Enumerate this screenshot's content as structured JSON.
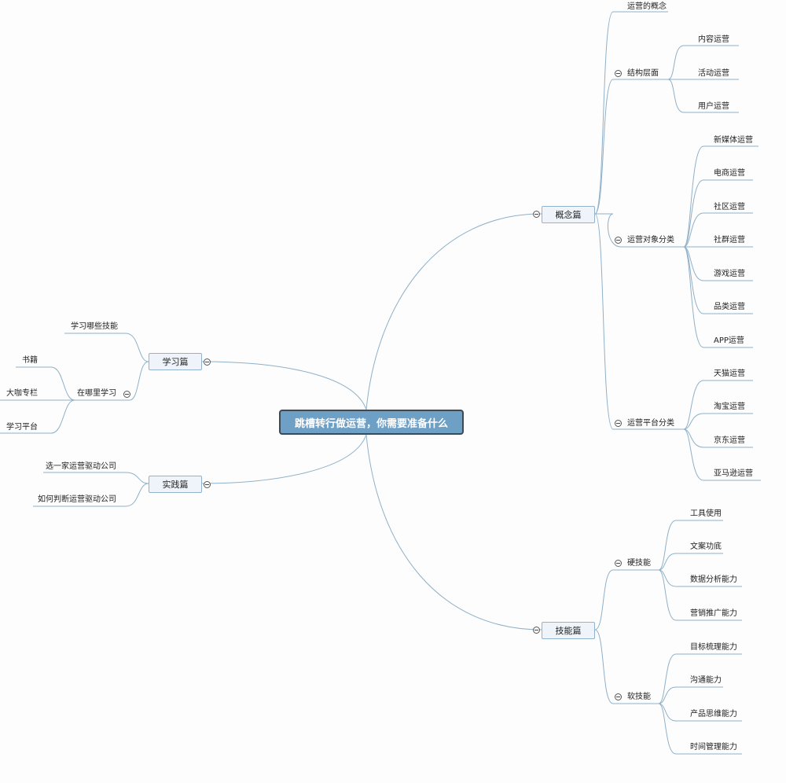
{
  "root": "跳槽转行做运营，你需要准备什么",
  "concept": {
    "label": "概念篇",
    "item1": "运营的概念",
    "structure": {
      "label": "结构层面",
      "items": [
        "内容运营",
        "活动运营",
        "用户运营"
      ]
    },
    "objects": {
      "label": "运营对象分类",
      "items": [
        "新媒体运营",
        "电商运营",
        "社区运营",
        "社群运营",
        "游戏运营",
        "品类运营",
        "APP运营"
      ]
    },
    "platforms": {
      "label": "运营平台分类",
      "items": [
        "天猫运营",
        "淘宝运营",
        "京东运营",
        "亚马逊运营"
      ]
    }
  },
  "skills": {
    "label": "技能篇",
    "hard": {
      "label": "硬技能",
      "items": [
        "工具使用",
        "文案功底",
        "数据分析能力",
        "营销推广能力"
      ]
    },
    "soft": {
      "label": "软技能",
      "items": [
        "目标梳理能力",
        "沟通能力",
        "产品思维能力",
        "时间管理能力"
      ]
    }
  },
  "study": {
    "label": "学习篇",
    "item1": "学习哪些技能",
    "where": {
      "label": "在哪里学习",
      "items": [
        "书籍",
        "大咖专栏",
        "学习平台"
      ]
    }
  },
  "practice": {
    "label": "实践篇",
    "items": [
      "选一家运营驱动公司",
      "如何判断运营驱动公司"
    ]
  },
  "colors": {
    "link": "#8fb0c8",
    "root_fill": "#6e9fc5",
    "root_border": "#3b4a57",
    "node_fill": "#eef4f9"
  }
}
